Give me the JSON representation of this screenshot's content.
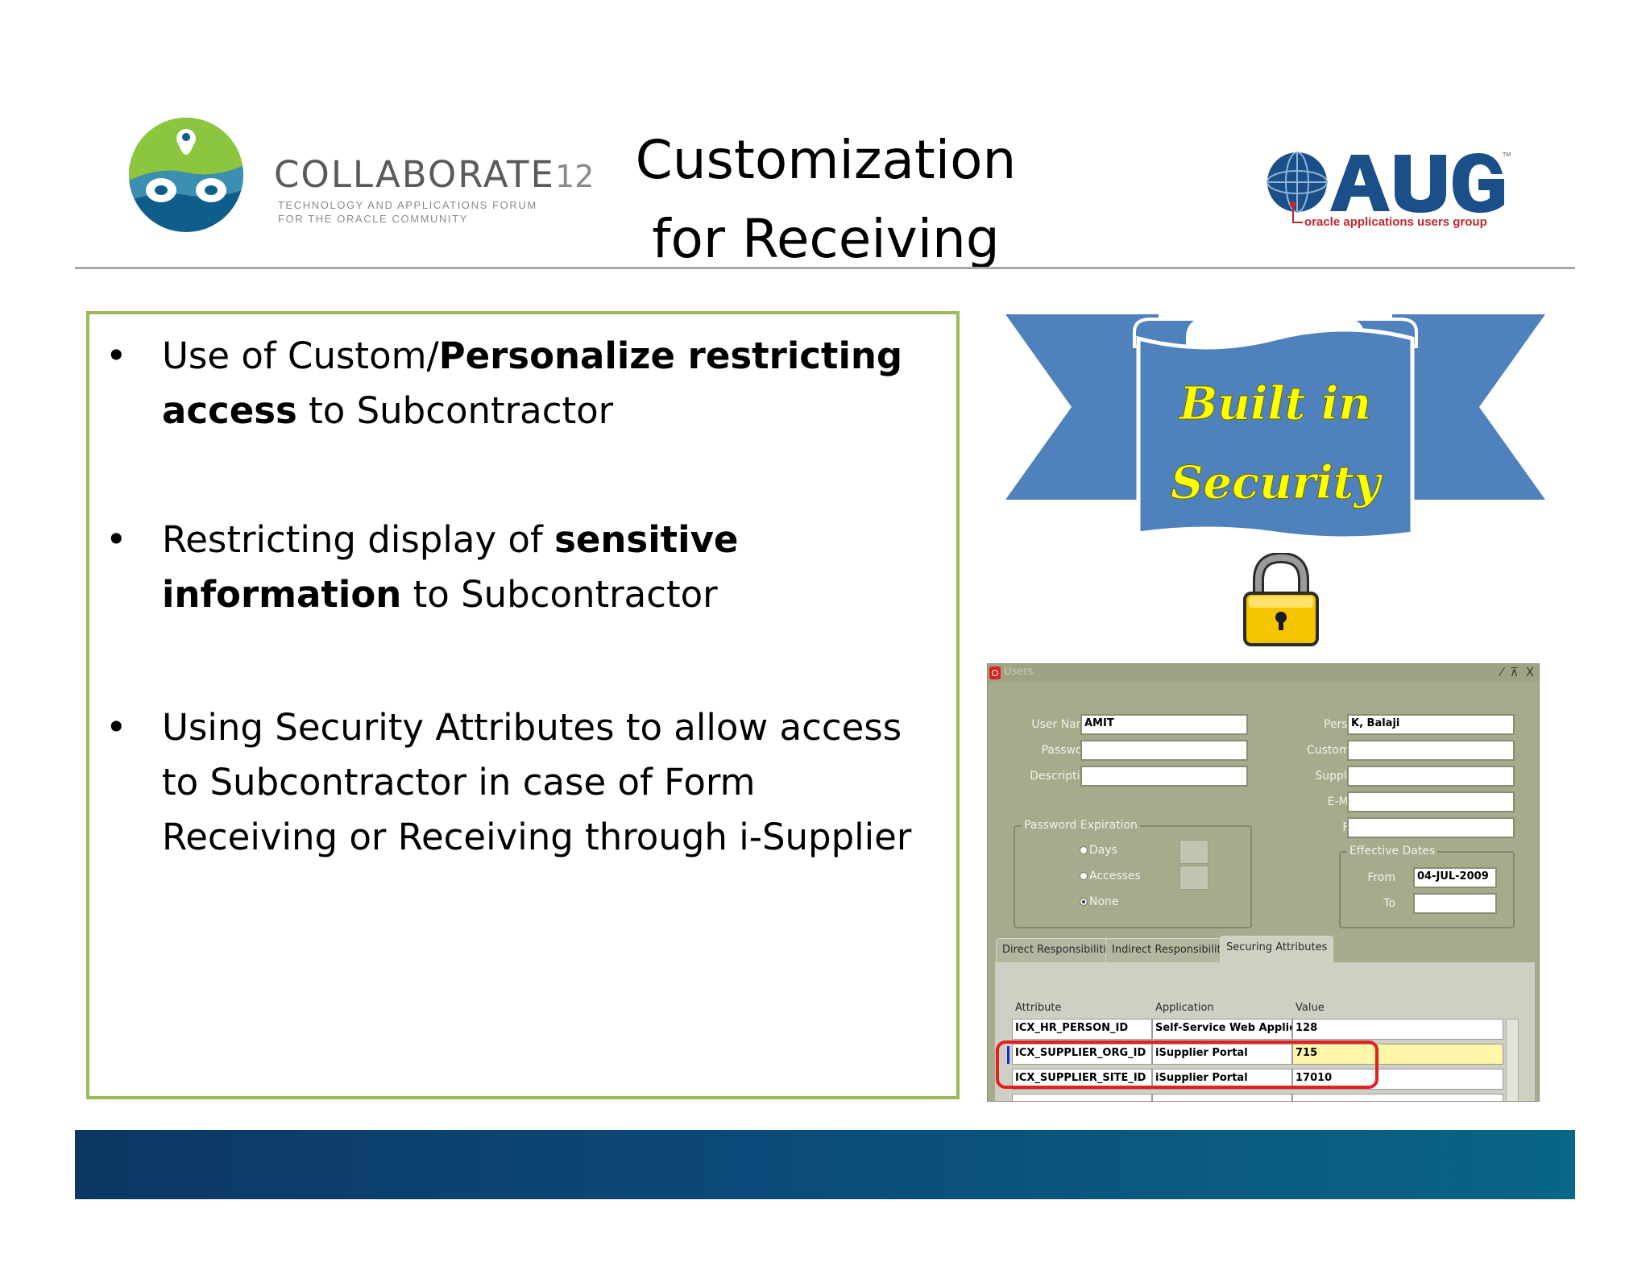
{
  "header": {
    "title_line1": "Customization",
    "title_line2": "for Receiving",
    "collaborate": {
      "name": "COLLABORATE",
      "number": "12",
      "tagline_line1": "TECHNOLOGY AND APPLICATIONS FORUM",
      "tagline_line2": "FOR THE ORACLE COMMUNITY"
    },
    "oaug": {
      "name": "OAUG",
      "tagline": "oracle applications users group"
    }
  },
  "bullets": [
    {
      "pre": "Use of Custom/",
      "bold": "Personalize restricting access",
      "post": " to Subcontractor"
    },
    {
      "pre": "Restricting display of ",
      "bold": "sensitive information",
      "post": " to Subcontractor"
    },
    {
      "pre": "Using Security Attributes  to allow access to Subcontractor in case of Form Receiving or Receiving through i-Supplier",
      "bold": "",
      "post": ""
    }
  ],
  "bullet_glyph": "•",
  "banner": {
    "line1": "Built in",
    "line2": "Security",
    "ribbon_color": "#4f81bd",
    "text_color": "#ffff00"
  },
  "oracle_form": {
    "window_title": "Users",
    "window_controls": "⁄ ⊼ X",
    "labels": {
      "user_name": "User Name",
      "password": "Password",
      "description": "Description",
      "person": "Person",
      "customer": "Customer",
      "supplier": "Supplier",
      "email": "E-Mail",
      "fax": "Fax",
      "password_expiration": "Password Expiration",
      "days": "Days",
      "accesses": "Accesses",
      "none": "None",
      "effective_dates": "Effective Dates",
      "from": "From",
      "to": "To"
    },
    "values": {
      "user_name": "AMIT",
      "person": "K, Balaji",
      "from": "04-JUL-2009"
    },
    "tabs": [
      "Direct Responsibilities",
      "Indirect Responsibilities",
      "Securing Attributes"
    ],
    "active_tab": "Securing Attributes",
    "columns": [
      "Attribute",
      "Application",
      "Value"
    ],
    "rows": [
      {
        "attribute": "ICX_HR_PERSON_ID",
        "application": "Self-Service Web Applications",
        "value": "128"
      },
      {
        "attribute": "ICX_SUPPLIER_ORG_ID",
        "application": "iSupplier Portal",
        "value": "715"
      },
      {
        "attribute": "ICX_SUPPLIER_SITE_ID",
        "application": "iSupplier Portal",
        "value": "17010"
      }
    ],
    "highlight_color": "#e51f1f"
  },
  "colors": {
    "box_border": "#9bbb59",
    "footer_gradient_start": "#0c3763",
    "footer_gradient_end": "#096686"
  }
}
